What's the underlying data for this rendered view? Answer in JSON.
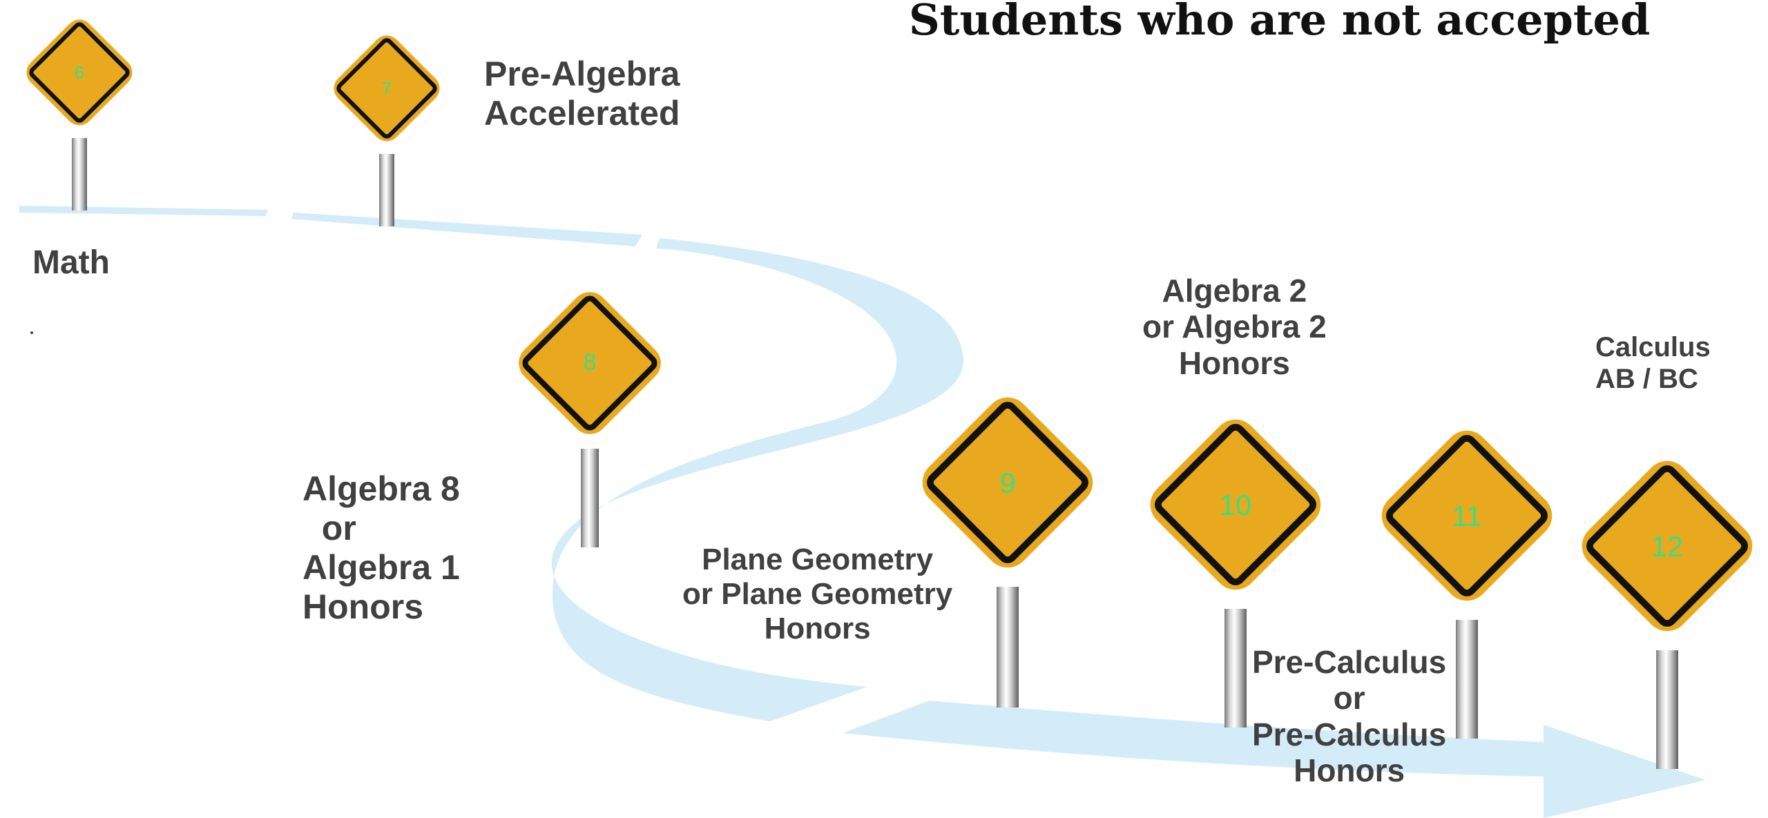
{
  "title": "Students who are not accepted",
  "colors": {
    "sign_fill": "#E8A91F",
    "sign_border": "#111111",
    "grade_number": "#3DDC84",
    "path": "#D3ECF7",
    "label_text": "#404040"
  },
  "signs": [
    {
      "grade": "6"
    },
    {
      "grade": "7"
    },
    {
      "grade": "8"
    },
    {
      "grade": "9"
    },
    {
      "grade": "10"
    },
    {
      "grade": "11"
    },
    {
      "grade": "12"
    }
  ],
  "labels": {
    "math": "Math",
    "dot": ".",
    "pre_algebra": "Pre-Algebra\nAccelerated",
    "algebra_8": "Algebra 8\n  or\nAlgebra 1\nHonors",
    "geometry": "Plane Geometry\nor Plane Geometry\nHonors",
    "algebra_2": "Algebra 2\nor Algebra 2\nHonors",
    "pre_calculus": "Pre-Calculus\nor\nPre-Calculus\nHonors",
    "calculus": "Calculus\nAB / BC"
  }
}
